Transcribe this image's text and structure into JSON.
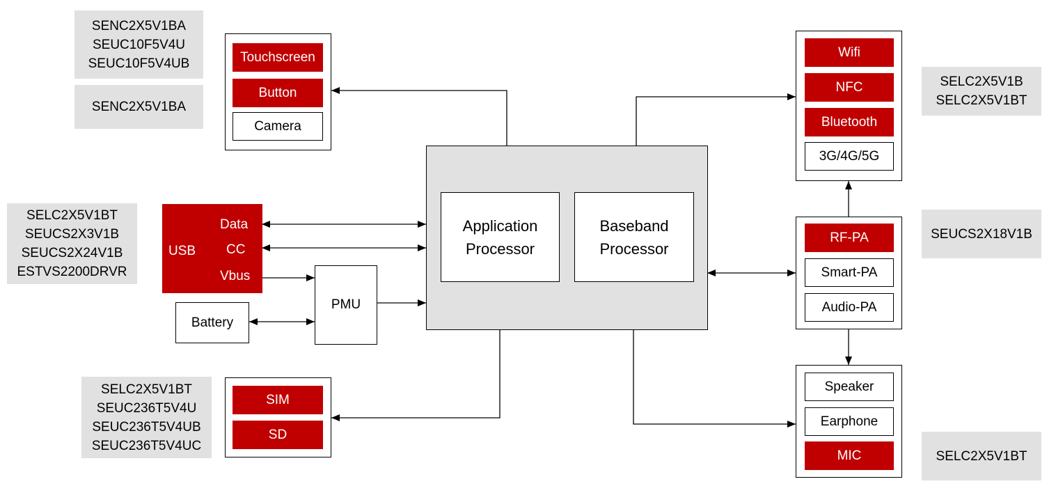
{
  "parts": {
    "top_left_1": [
      "SENC2X5V1BA",
      "SEUC10F5V4U",
      "SEUC10F5V4UB"
    ],
    "top_left_2": [
      "SENC2X5V1BA"
    ],
    "usb_parts": [
      "SELC2X5V1BT",
      "SEUCS2X3V1B",
      "SEUCS2X24V1B",
      "ESTVS2200DRVR"
    ],
    "sim_parts": [
      "SELC2X5V1BT",
      "SEUC236T5V4U",
      "SEUC236T5V4UB",
      "SEUC236T5V4UC"
    ],
    "wireless_parts": [
      "SELC2X5V1B",
      "SELC2X5V1BT"
    ],
    "pa_parts": [
      "SEUCS2X18V1B"
    ],
    "audio_parts": [
      "SELC2X5V1BT"
    ]
  },
  "blocks": {
    "ui": [
      "Touchscreen",
      "Button",
      "Camera"
    ],
    "usb": {
      "label": "USB",
      "data": "Data",
      "cc": "CC",
      "vbus": "Vbus"
    },
    "pmu": "PMU",
    "battery": "Battery",
    "storage": [
      "SIM",
      "SD"
    ],
    "app_processor": "Application Processor",
    "baseband_processor": "Baseband Processor",
    "wireless": [
      "Wifi",
      "NFC",
      "Bluetooth",
      "3G/4G/5G"
    ],
    "pa": [
      "RF-PA",
      "Smart-PA",
      "Audio-PA"
    ],
    "audio": [
      "Speaker",
      "Earphone",
      "MIC"
    ]
  },
  "colors": {
    "accent": "#c00000",
    "panel": "#e1e1e1"
  }
}
